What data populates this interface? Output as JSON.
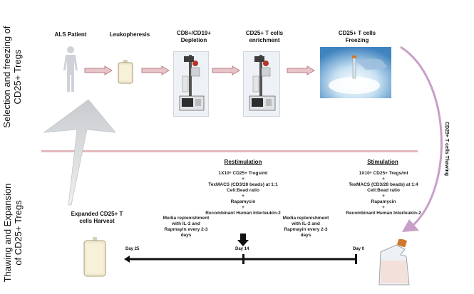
{
  "side_labels": {
    "top": "Selection and freezing of CD25+ Tregs",
    "bottom": "Thawing and Expansion of CD25+ Tregs"
  },
  "stages": {
    "patient": "ALS Patient",
    "leukopheresis": "Leukopheresis",
    "depletion": "CD8+/CD19+ Depletion",
    "enrichment": "CD25+ T cells enrichment",
    "freezing": "CD25+ T cells Freezing"
  },
  "thawing_label": "CD25+ T cells Thawing",
  "restimulation": {
    "heading": "Restimulation",
    "line1": "1X10⁶ CD25+ Tregs/ml",
    "plus1": "+",
    "line2": "TexMACS (CD3/28 beads) at 1:1 Cell:Bead ratio",
    "plus2": "+",
    "line3": "Rapamycin",
    "plus3": "+",
    "line4": "Recombinant Human Interleukin-2"
  },
  "stimulation": {
    "heading": "Stimulation",
    "line1": "1X10⁶ CD25+ Tregs/ml",
    "plus1": "+",
    "line2": "TexMACS (CD3/28 beads) at 1:4 Cell:Bead ratio",
    "plus2": "+",
    "line3": "Rapamycin",
    "plus3": "+",
    "line4": "Recombinant Human Interleukin-2"
  },
  "harvest": "Expanded CD25+ T cells Harvest",
  "media_left": "Media replenishment with IL-2 and Rapmayin every 2-3 days",
  "media_right": "Media replenishment with IL-2 and Rapmayin every 2-3 days",
  "timeline": {
    "day25": "Day 25",
    "day14": "Day 14",
    "day0": "Day 0"
  },
  "colors": {
    "arrow_fill": "#e8c4c8",
    "arrow_stroke": "#b98088",
    "divider": "#e3b9bd",
    "curve": "#c7a0c8"
  }
}
